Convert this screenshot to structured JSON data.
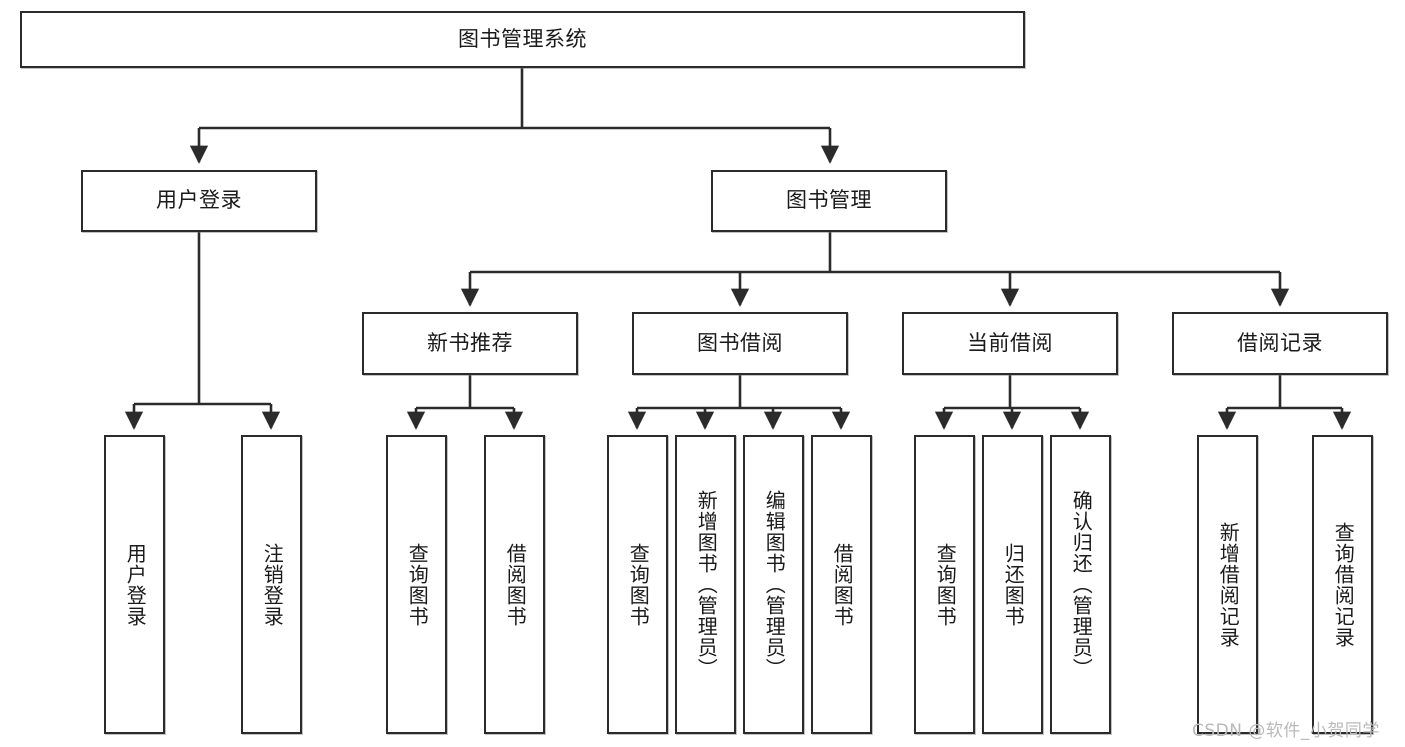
{
  "diagram": {
    "title": "图书管理系统",
    "root": {
      "label": "图书管理系统"
    },
    "level2": [
      {
        "label": "用户登录"
      },
      {
        "label": "图书管理"
      }
    ],
    "level3": [
      {
        "label": "新书推荐"
      },
      {
        "label": "图书借阅"
      },
      {
        "label": "当前借阅"
      },
      {
        "label": "借阅记录"
      }
    ],
    "leaves_user_login": [
      {
        "label": "用户登录"
      },
      {
        "label": "注销登录"
      }
    ],
    "leaves_new_book": [
      {
        "label": "查询图书"
      },
      {
        "label": "借阅图书"
      }
    ],
    "leaves_book_borrow": [
      {
        "label": "查询图书"
      },
      {
        "label": "新增图书（管理员）"
      },
      {
        "label": "编辑图书（管理员）"
      },
      {
        "label": "借阅图书"
      }
    ],
    "leaves_current_borrow": [
      {
        "label": "查询图书"
      },
      {
        "label": "归还图书"
      },
      {
        "label": "确认归还（管理员）"
      }
    ],
    "leaves_borrow_record": [
      {
        "label": "新增借阅记录"
      },
      {
        "label": "查询借阅记录"
      }
    ],
    "colors": {
      "border": "#2b2b2b",
      "background": "#ffffff",
      "text": "#1a1a1a",
      "watermark": "#b9b9b9"
    }
  },
  "watermark": {
    "text": "CSDN @软件_小贺同学"
  }
}
